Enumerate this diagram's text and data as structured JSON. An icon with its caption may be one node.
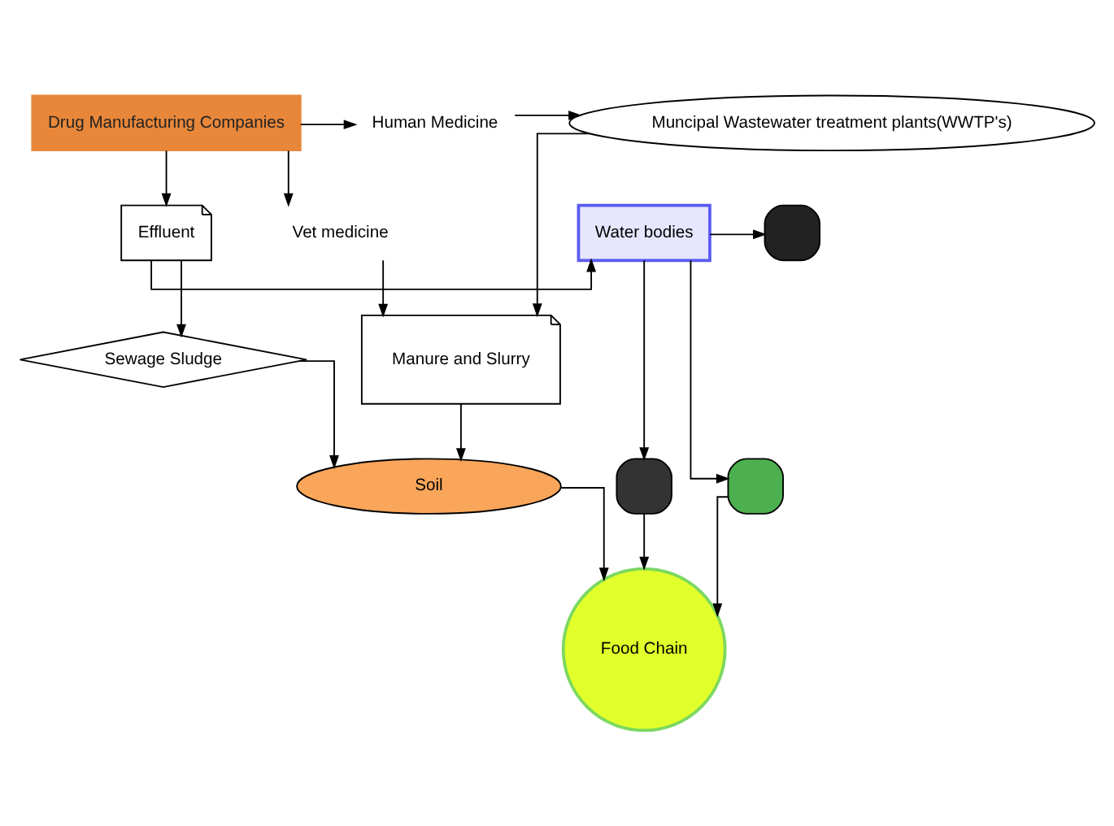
{
  "diagram": {
    "nodes": [
      {
        "text": [
          "Muncipal Wastewater treatment plants(WWTP's)"
        ]
      },
      {
        "text": [
          "Human Medicine"
        ]
      },
      {
        "text": [
          "Drug Manufacturing Companies"
        ]
      },
      {
        "text": [
          "Vet medicine"
        ]
      },
      {
        "text": [
          "Effluent"
        ]
      },
      {
        "text": [
          "Water bodies"
        ]
      },
      {
        "text": [],
        "shape": "box"
      },
      {
        "text": [
          "Manure and Slurry"
        ]
      },
      {
        "text": [
          "Sewage Sludge"
        ]
      },
      {
        "text": [],
        "shape": "box"
      },
      {
        "text": [],
        "shape": "box"
      },
      {
        "text": [
          "Soil"
        ]
      },
      {
        "text": [
          "Food Chain"
        ]
      }
    ],
    "edges": [
      {
        "from": 1,
        "to": 0,
        "arrow": "to"
      },
      {
        "from": 2,
        "to": 1,
        "arrow": "to"
      },
      {
        "from": 2,
        "to": 3,
        "arrow": "to"
      },
      {
        "from": 2,
        "to": 4,
        "arrow": "to"
      },
      {
        "from": 0,
        "to": 7,
        "arrow": "to"
      },
      {
        "from": 3,
        "to": 7,
        "arrow": "to"
      },
      {
        "from": 4,
        "to": 5,
        "arrow": "to"
      },
      {
        "from": 4,
        "to": 8,
        "arrow": "to"
      },
      {
        "from": 5,
        "to": 6,
        "arrow": "to"
      },
      {
        "from": 5,
        "to": 9,
        "arrow": "to"
      },
      {
        "from": 5,
        "to": 10,
        "arrow": "to"
      },
      {
        "from": 7,
        "to": 11,
        "arrow": "to"
      },
      {
        "from": 8,
        "to": 11,
        "arrow": "to"
      },
      {
        "from": 9,
        "to": 12,
        "arrow": "to"
      },
      {
        "from": 10,
        "to": 12,
        "arrow": "to"
      },
      {
        "from": 11,
        "to": 12,
        "arrow": "to"
      }
    ]
  }
}
